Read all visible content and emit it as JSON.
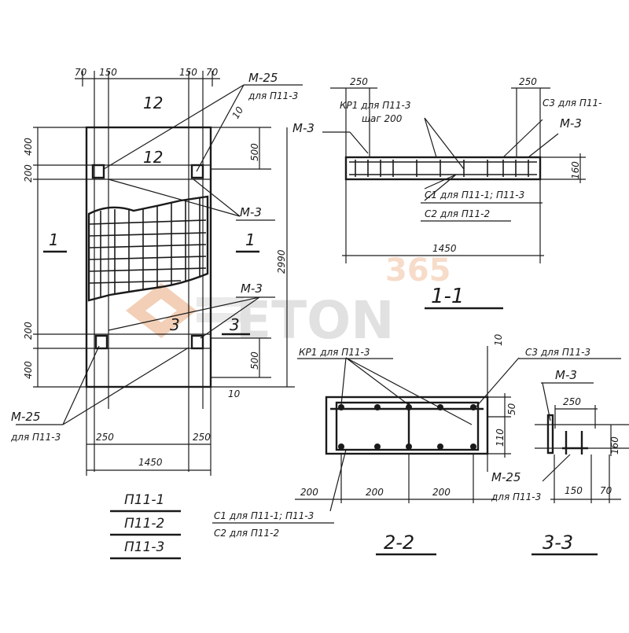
{
  "plan": {
    "dims_top": [
      "70",
      "150",
      "150",
      "70"
    ],
    "dims_left": [
      "400",
      "200",
      "200",
      "400"
    ],
    "dims_right": [
      "10",
      "500",
      "500",
      "10"
    ],
    "height_dim": "2990",
    "width_dim": "1450",
    "bottom_dims": [
      "250",
      "250"
    ],
    "labels": {
      "m25_top": "М-25",
      "m25_top_note": "для П11-3",
      "m3_top": "М-3",
      "m3_mid": "М-3",
      "m25_bottom": "М-25",
      "m25_bottom_note": "для П11-3",
      "sec_12a": "12",
      "sec_12b": "12",
      "sec_1a": "1",
      "sec_1b": "1",
      "sec_3a": "3",
      "sec_3b": "3"
    }
  },
  "section_11": {
    "title": "1-1",
    "labels": {
      "kr1": "КР1 для П11-3",
      "step": "шаг 200",
      "m3_left": "М-3",
      "c3": "С3 для П11-",
      "m3_right": "М-3",
      "c1": "С1 для П11-1; П11-3",
      "c2": "С2 для П11-2"
    },
    "dims": {
      "left": "250",
      "right": "250",
      "height": "160",
      "width": "1450"
    }
  },
  "section_22": {
    "title": "2-2",
    "labels": {
      "kr1": "КР1 для П11-3",
      "c3": "С3 для П11-3",
      "c1": "С1 для П11-1; П11-3",
      "c2": "С2 для П11-2"
    },
    "dims": {
      "top": "10",
      "d50": "50",
      "d110": "110",
      "bottom": [
        "200",
        "200",
        "200"
      ]
    }
  },
  "section_33": {
    "title": "3-3",
    "labels": {
      "m3": "М-3",
      "m25": "М-25",
      "m25_note": "для П11-3"
    },
    "dims": {
      "top": "250",
      "height": "160",
      "d150": "150",
      "d70": "70"
    }
  },
  "marks": [
    "П11-1",
    "П11-2",
    "П11-3"
  ],
  "watermark": {
    "top": "365",
    "main": "ETON"
  }
}
